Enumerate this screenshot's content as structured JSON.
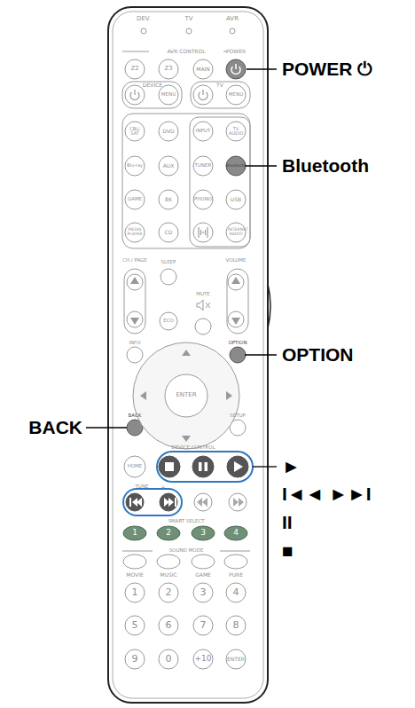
{
  "diagram": {
    "labels": [
      "DEV.",
      "TV",
      "AVR",
      "AVR CONTROL",
      "POWER",
      "Z2",
      "Z3",
      "MAIN",
      "DEVICE",
      "MENU",
      "TV",
      "MENU",
      "CBL/ SAT",
      "DVD",
      "INPUT",
      "TV AUDIO",
      "Blu-ray",
      "AUX",
      "TUNER",
      "Bluetooth",
      "GAME",
      "8K",
      "PHONO",
      "USB",
      "MEDIA PLAYER",
      "CD",
      "INTERNET RADIO",
      "CH / PAGE",
      "SLEEP",
      "VOLUME",
      "MUTE",
      "ECO",
      "INFO",
      "OPTION",
      "ENTER",
      "BACK",
      "SETUP",
      "HOME",
      "DEVICE CONTROL",
      "TUNE",
      "+",
      "SMART SELECT",
      "1",
      "2",
      "3",
      "4",
      "SOUND MODE",
      "MOVIE",
      "MUSIC",
      "GAME",
      "PURE",
      "1",
      "2",
      "3",
      "4",
      "5",
      "6",
      "7",
      "8",
      "9",
      "0",
      "+10",
      "ENTER",
      "POWER ⏻",
      "Bluetooth",
      "OPTION",
      "BACK",
      "►",
      "I◄◄ ►►I",
      "II",
      "■"
    ]
  }
}
